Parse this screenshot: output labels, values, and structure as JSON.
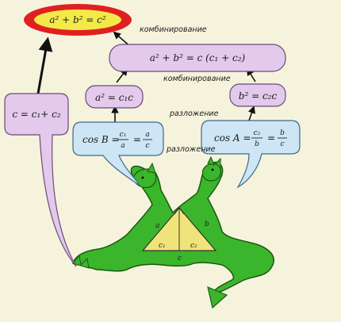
{
  "top": {
    "formula": "a² + b² = c²"
  },
  "level1": {
    "formula": "a² + b²  =  c (c₁ + c₂)",
    "label": "комбинирование"
  },
  "top_label": "комбинирование",
  "level2": {
    "left": "a² = c₁c",
    "right": "b² = c₂c",
    "label": "разложение"
  },
  "level3": {
    "left": {
      "lhs": "cos B =",
      "f1n": "c₁",
      "f1d": "a",
      "f2n": "a",
      "f2d": "c"
    },
    "right": {
      "lhs": "cos A =",
      "f1n": "c₂",
      "f1d": "b",
      "f2n": "b",
      "f2d": "c"
    },
    "label": "разложение"
  },
  "side": {
    "formula": "c = c₁+ c₂"
  },
  "triangle": {
    "a": "a",
    "b": "b",
    "c": "c",
    "c1": "c₁",
    "c2": "c₂"
  },
  "colors": {
    "background": "#f6f3dc",
    "top_fill": "#f3ea4a",
    "top_ring": "#e02020",
    "bubble": "#e3c9ec",
    "bubble_low": "#cde5f4",
    "dragon": "#3bb52c",
    "triangle": "#efe47a"
  }
}
